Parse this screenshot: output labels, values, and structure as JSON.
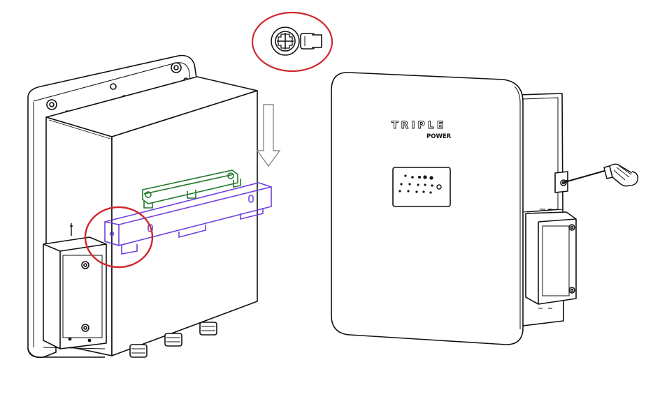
{
  "diagram": {
    "brand": {
      "logo_line1": "TRIPLE",
      "logo_line2": "POWER"
    },
    "colors": {
      "highlight_circle": "#d0262b",
      "bracket_green": "#1f7a2a",
      "bracket_purple": "#6f3fe0",
      "line": "#111111",
      "arrow": "#8a8a8a"
    },
    "callouts": [
      {
        "name": "screw-detail",
        "icon": "pan-head-screw-icon"
      },
      {
        "name": "bracket-hook-detail",
        "icon": "highlight-circle"
      }
    ],
    "steps": [
      {
        "name": "attach-bracket-to-unit",
        "view": "rear"
      },
      {
        "name": "fasten-side-screw",
        "view": "front",
        "tool": "screwdriver-icon"
      }
    ]
  }
}
